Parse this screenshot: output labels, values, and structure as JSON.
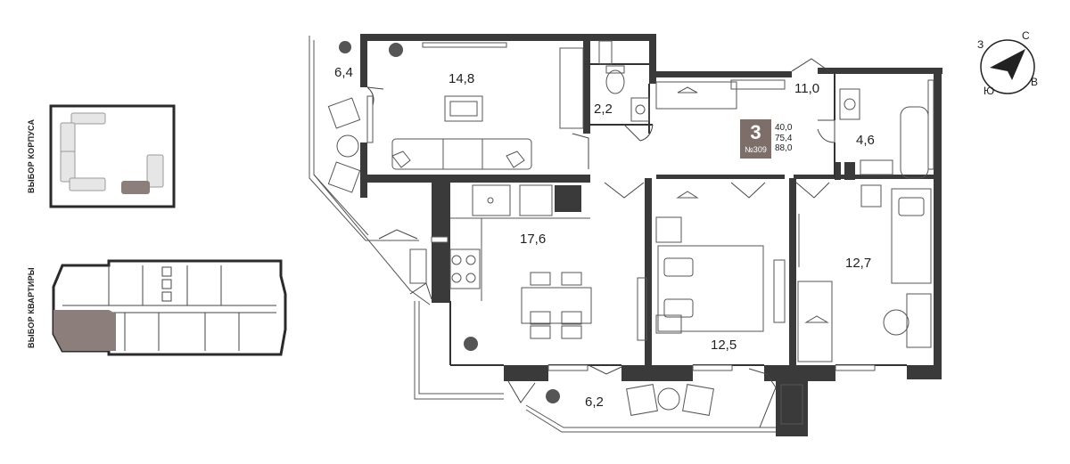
{
  "selectors": {
    "building_label": "ВЫБОР КОРПУСА",
    "apartment_label": "ВЫБОР КВАРТИРЫ"
  },
  "apartment": {
    "rooms": "3",
    "number": "№309",
    "areas": [
      "40,0",
      "75,4",
      "88,0"
    ]
  },
  "room_areas": {
    "balcony_left": "6,4",
    "living": "14,8",
    "wc": "2,2",
    "hall": "11,0",
    "bath": "4,6",
    "kitchen": "17,6",
    "bedroom": "12,5",
    "bedroom2": "12,7",
    "balcony_bottom": "6,2"
  },
  "compass": {
    "n": "С",
    "w": "З",
    "s": "Ю",
    "e": "В"
  },
  "colors": {
    "wall": "#3a3a3a",
    "accent": "#7d6e6a",
    "furniture": "#555555"
  }
}
